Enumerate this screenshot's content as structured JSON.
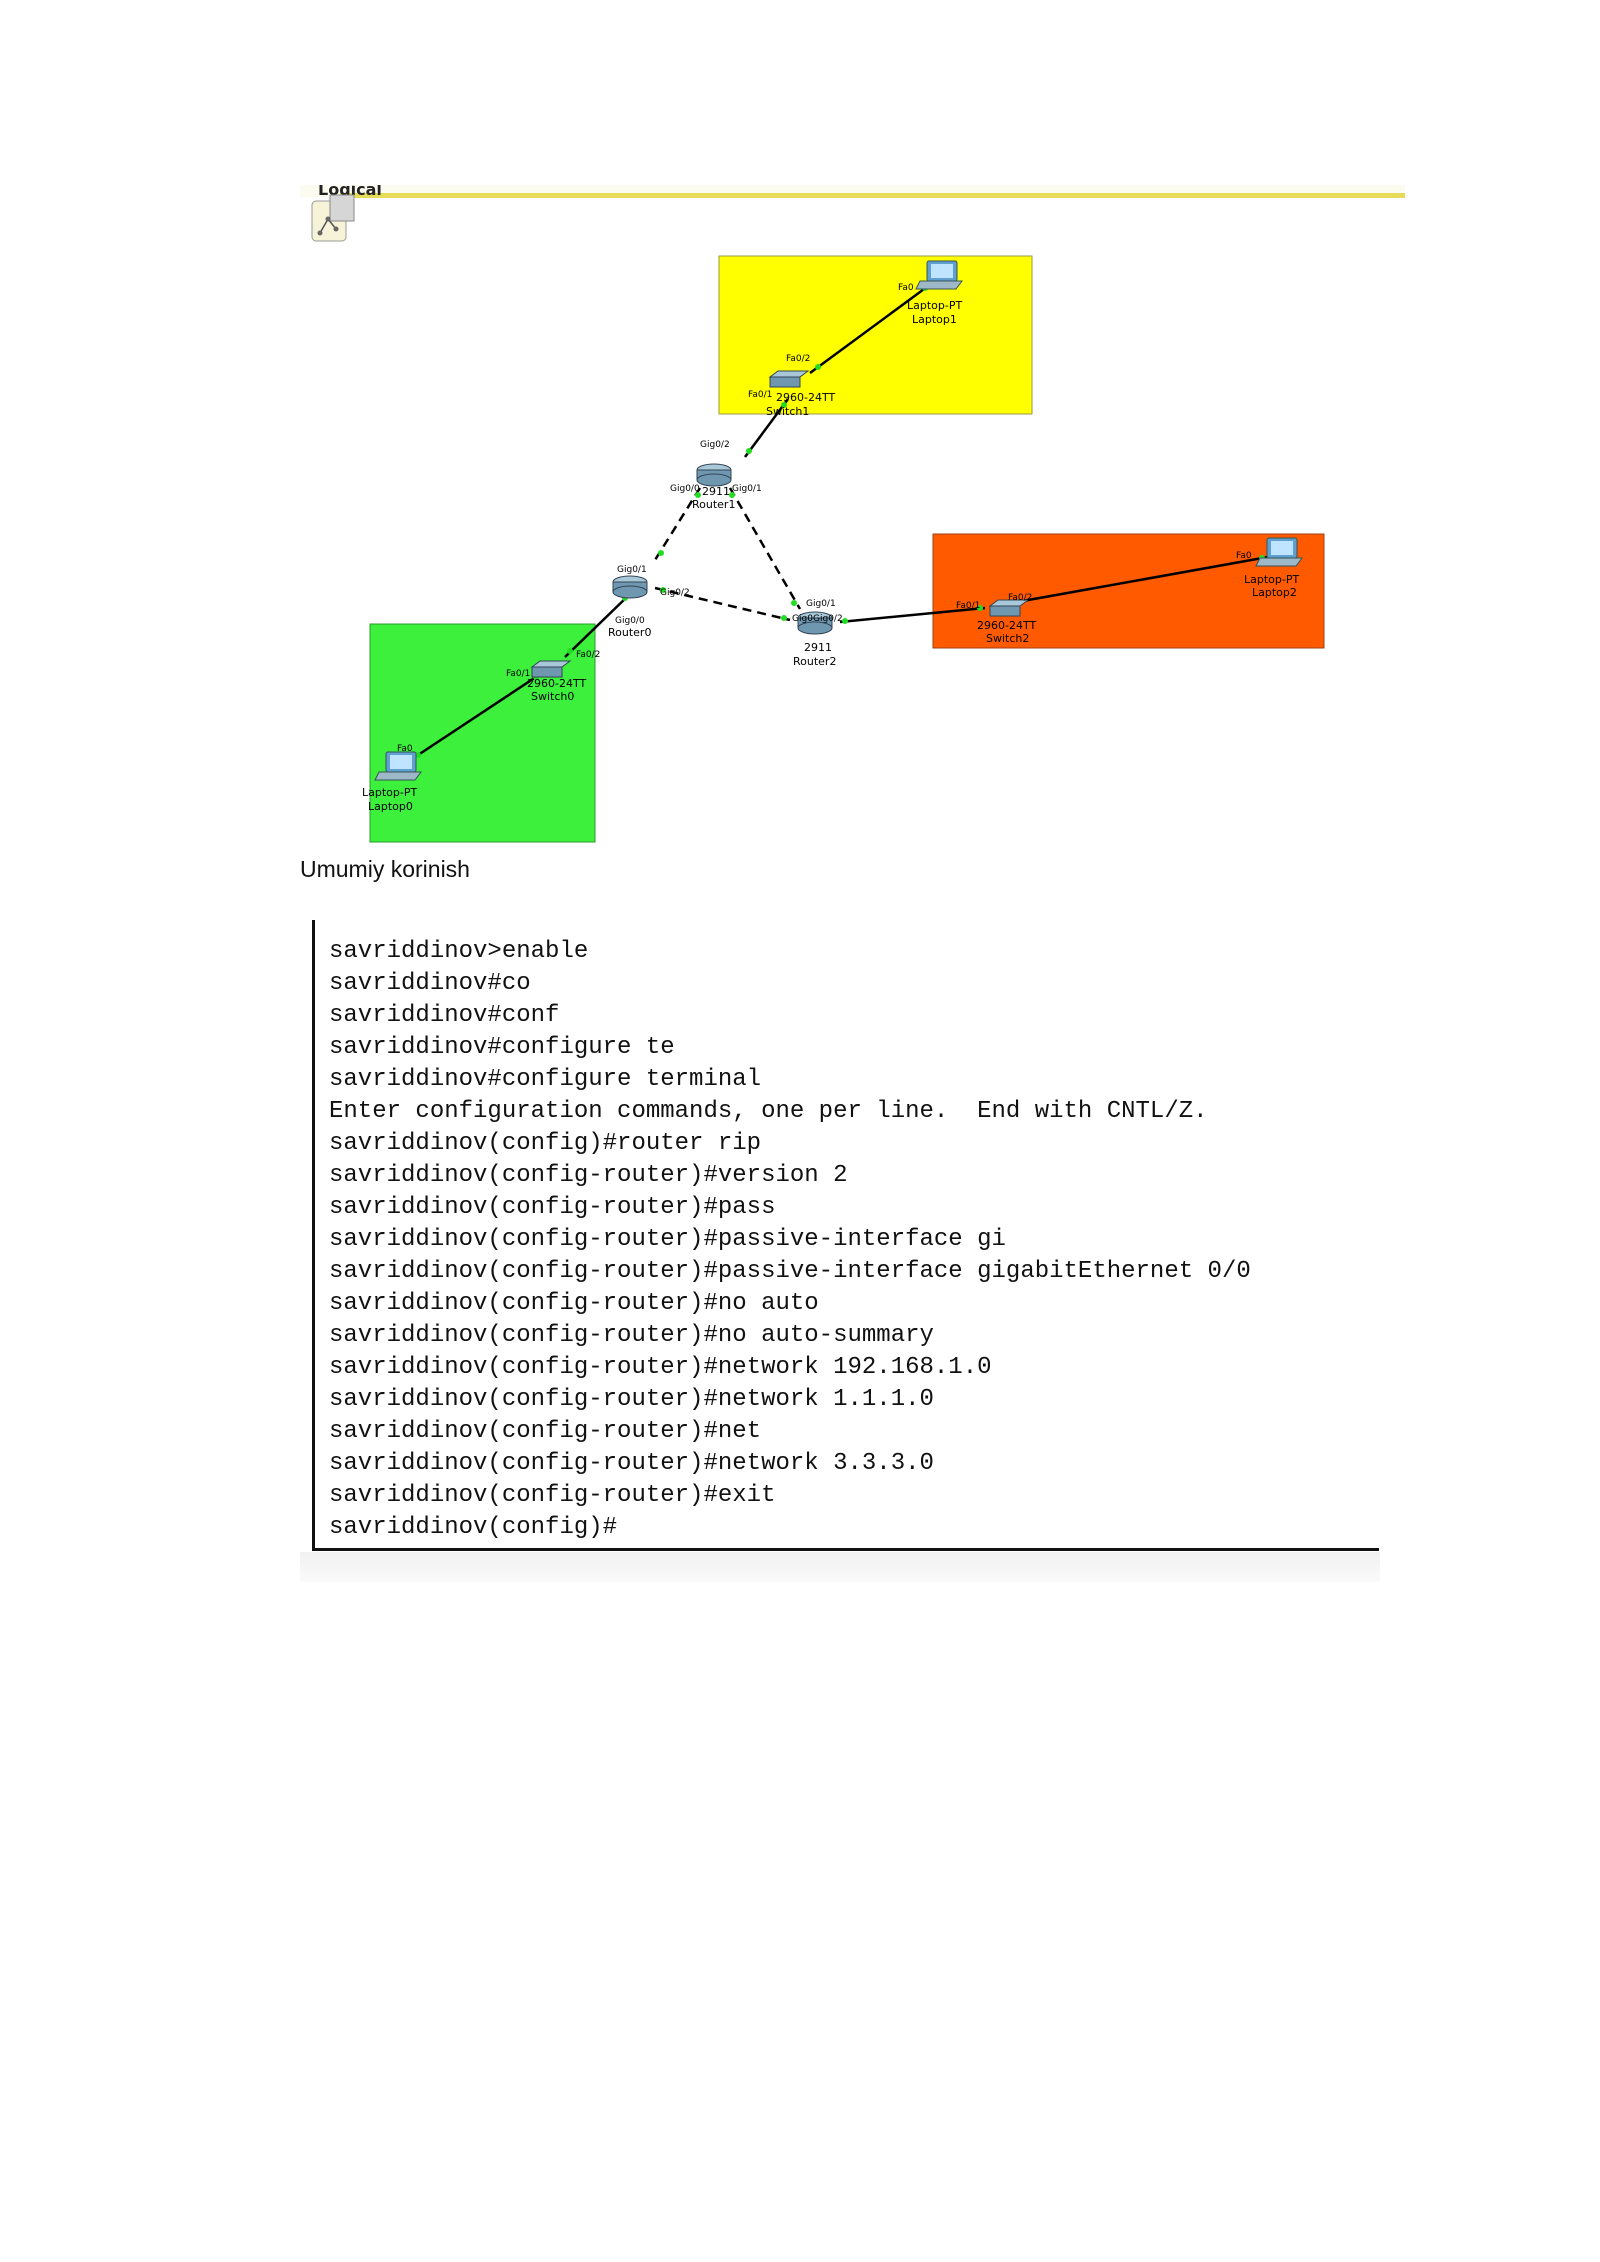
{
  "diagram": {
    "workspace_label": "Logical",
    "devices": {
      "laptop1": {
        "type": "Laptop-PT",
        "name": "Laptop1",
        "port": "Fa0"
      },
      "switch1": {
        "type": "2960-24TT",
        "name": "Switch1",
        "ports": [
          "Fa0/2",
          "Fa0/1"
        ]
      },
      "router1": {
        "type": "2911",
        "name": "Router1",
        "ports": [
          "Gig0/2",
          "Gig0/0",
          "Gig0/1"
        ]
      },
      "router0": {
        "name": "Router0",
        "ports": [
          "Gig0/1",
          "Gig0/2",
          "Gig0/0"
        ]
      },
      "router2": {
        "type": "2911",
        "name": "Router2",
        "ports": [
          "Gig0/1",
          "Gig0",
          "Gig0/2"
        ]
      },
      "switch2": {
        "type": "2960-24TT",
        "name": "Switch2",
        "ports": [
          "Fa0/1",
          "Fa0/2"
        ]
      },
      "laptop2": {
        "type": "Laptop-PT",
        "name": "Laptop2",
        "port": "Fa0"
      },
      "switch0": {
        "type": "2960-24TT",
        "name": "Switch0",
        "ports": [
          "Fa0/2",
          "Fa0/1"
        ]
      },
      "laptop0": {
        "type": "Laptop-PT",
        "name": "Laptop0",
        "port": "Fa0"
      }
    },
    "zone_colors": {
      "yellow": "#ffff00",
      "orange": "#ff5a00",
      "green": "#3cf03c"
    }
  },
  "caption": "Umumiy korinish",
  "terminal": {
    "lines": [
      "savriddinov>enable",
      "savriddinov#co",
      "savriddinov#conf",
      "savriddinov#configure te",
      "savriddinov#configure terminal",
      "Enter configuration commands, one per line.  End with CNTL/Z.",
      "savriddinov(config)#router rip",
      "savriddinov(config-router)#version 2",
      "savriddinov(config-router)#pass",
      "savriddinov(config-router)#passive-interface gi",
      "savriddinov(config-router)#passive-interface gigabitEthernet 0/0",
      "savriddinov(config-router)#no auto",
      "savriddinov(config-router)#no auto-summary",
      "savriddinov(config-router)#network 192.168.1.0",
      "savriddinov(config-router)#network 1.1.1.0",
      "savriddinov(config-router)#net",
      "savriddinov(config-router)#network 3.3.3.0",
      "savriddinov(config-router)#exit",
      "savriddinov(config)#"
    ]
  }
}
